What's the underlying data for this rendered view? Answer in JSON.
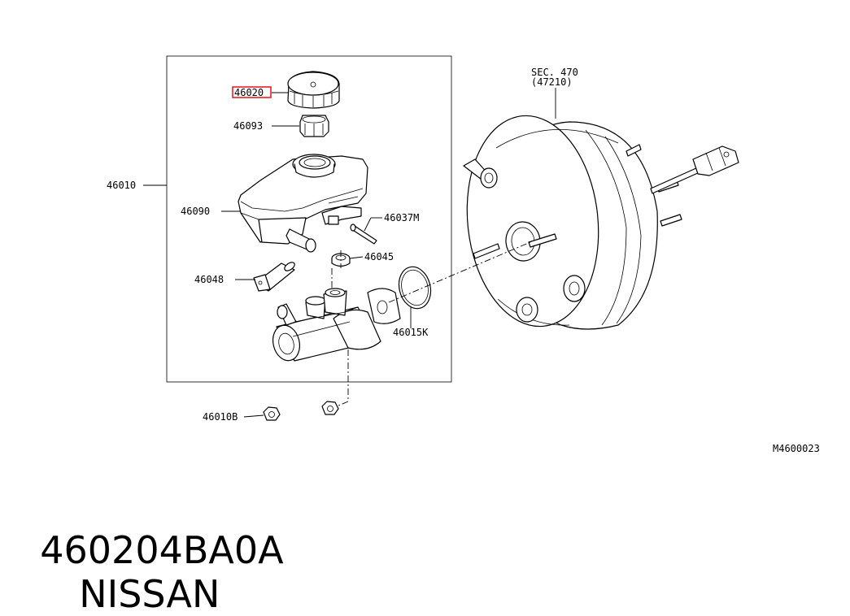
{
  "callouts": {
    "cap": "46020",
    "strainer": "46093",
    "assembly": "46010",
    "reservoir": "46090",
    "pin": "46037M",
    "grommet": "46045",
    "seal": "46048",
    "oring": "46015K",
    "nut": "46010B",
    "booster_sec": "SEC. 470",
    "booster_ref": "(47210)"
  },
  "drawing_code": "M4600023",
  "footer": {
    "part_number": "460204BA0A",
    "brand": "NISSAN"
  },
  "colors": {
    "highlight": "#e8202a",
    "line": "#000000",
    "background": "#ffffff"
  }
}
